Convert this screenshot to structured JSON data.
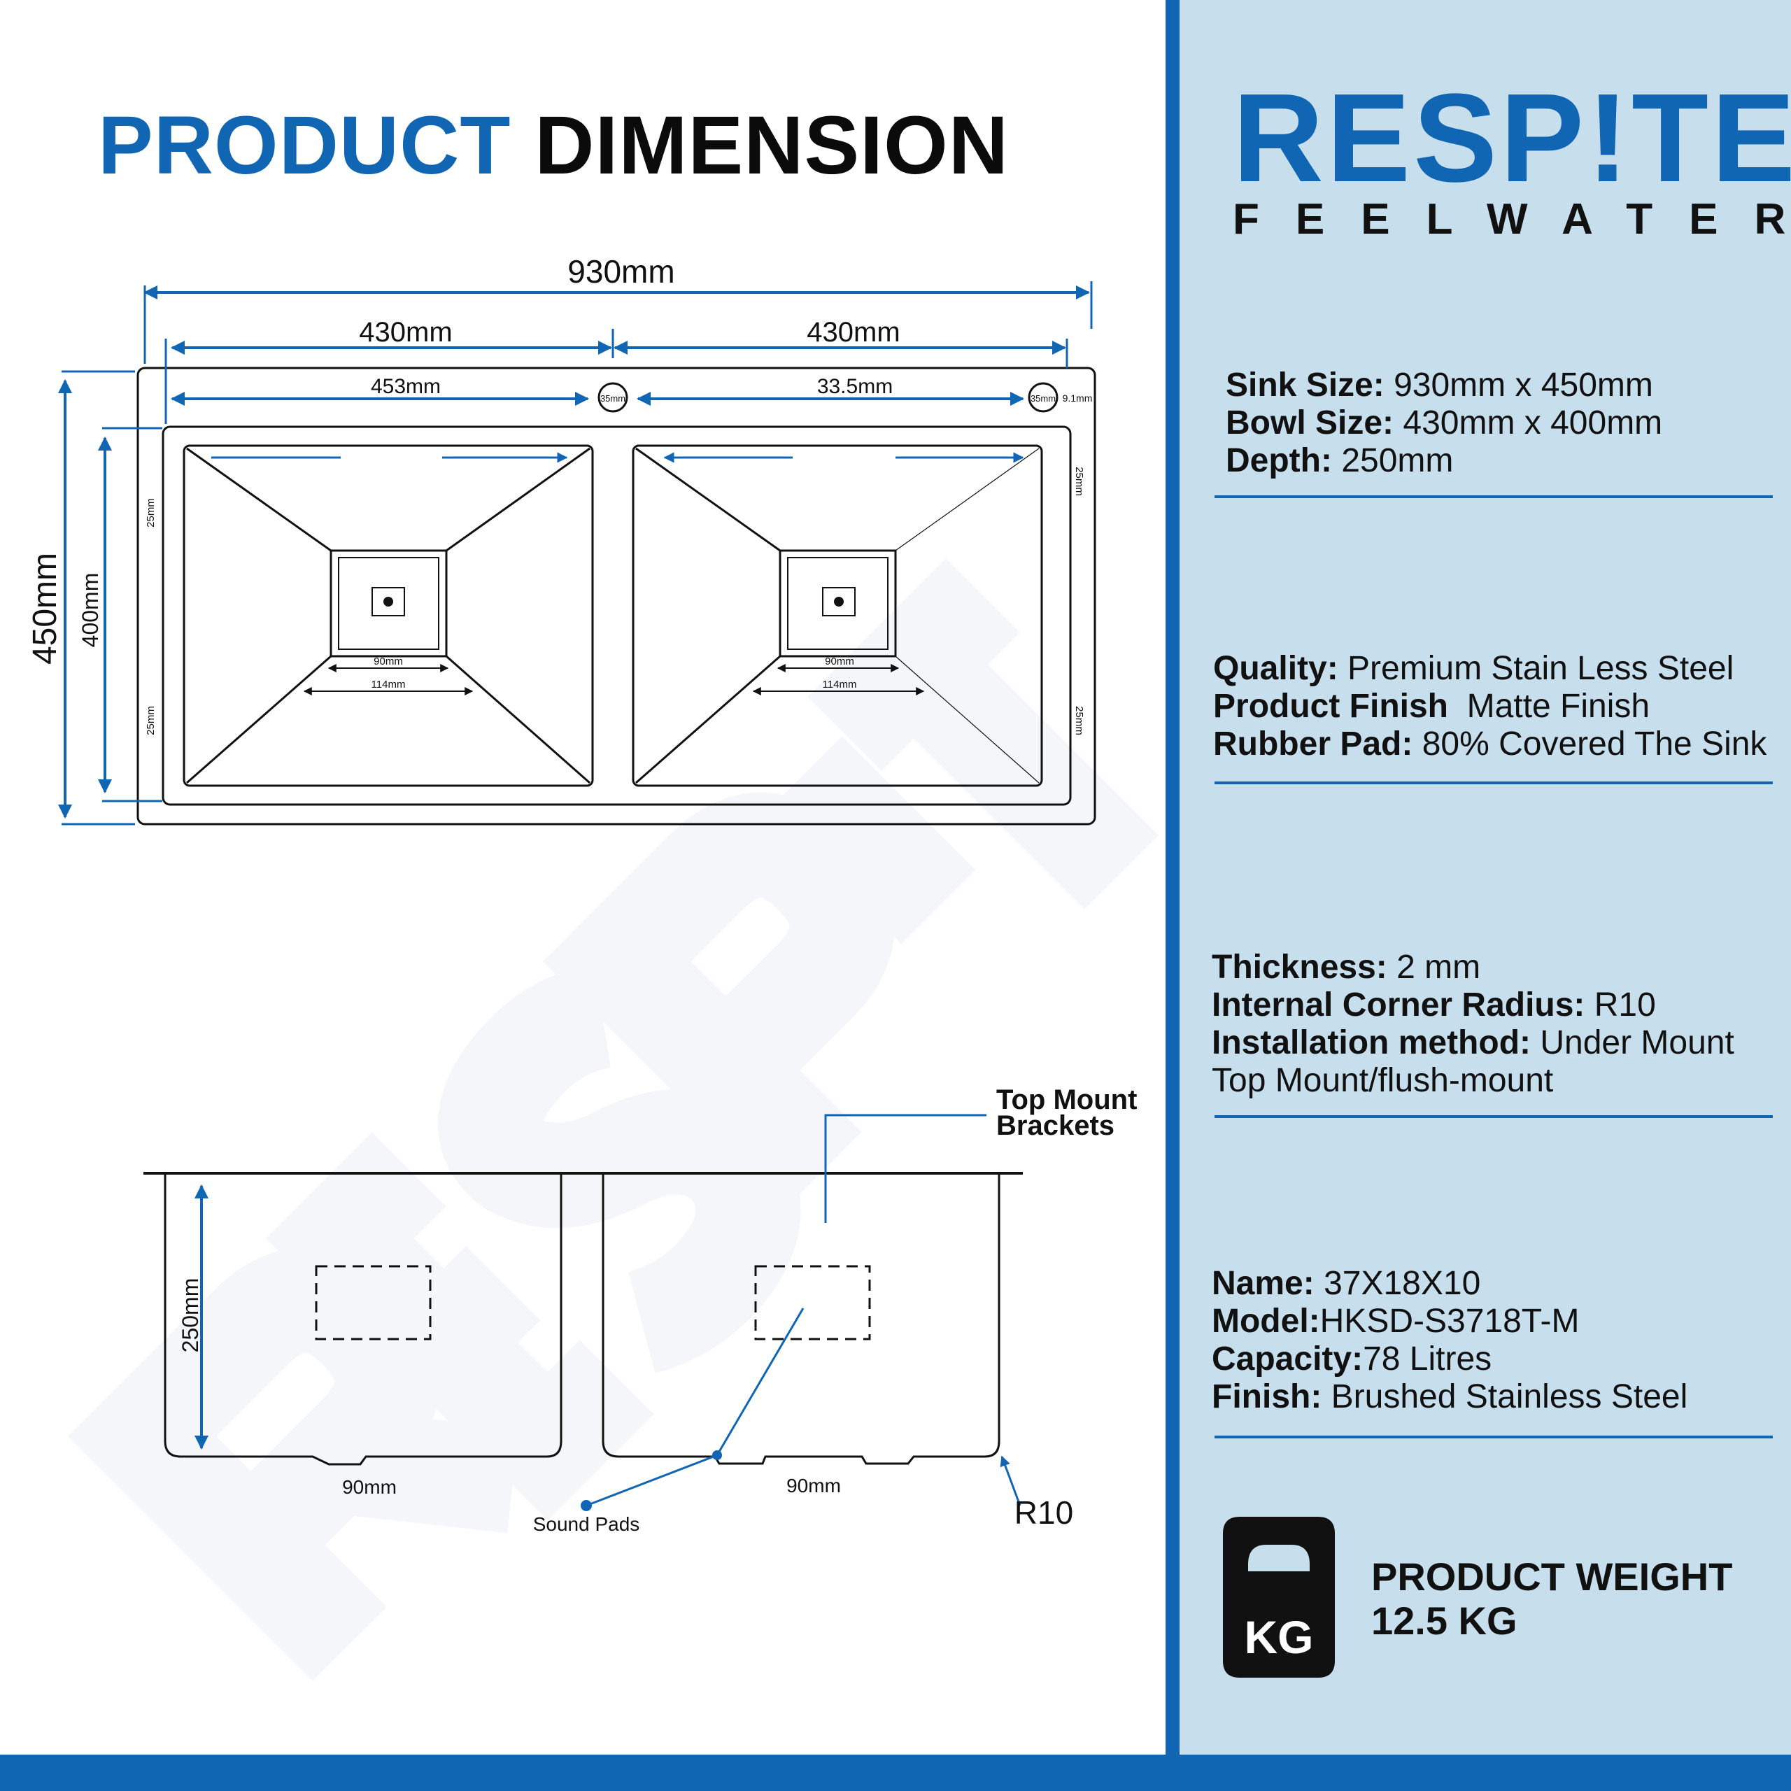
{
  "headline": {
    "part1": "PRODUCT",
    "part2": "DIMENSION"
  },
  "brand": {
    "name": "RESP!TE",
    "tagline": "FEELWATER"
  },
  "top_view": {
    "overall_width": "930mm",
    "bowl_width_left": "430mm",
    "bowl_width_right": "430mm",
    "left_to_hole": "453mm",
    "hole_to_hole": "33.5mm",
    "tap_hole_left": "35mm",
    "tap_hole_right": "35mm",
    "edge_offset": "9.1mm",
    "overall_depth": "450mm",
    "bowl_depth": "400mm",
    "left_bowl": {
      "rim_top": "25mm",
      "rim_bottom": "25mm",
      "drain_inner": "90mm",
      "drain_outer": "114mm"
    },
    "right_bowl": {
      "rim_top": "25mm",
      "rim_bottom": "25mm",
      "drain_inner": "90mm",
      "drain_outer": "114mm"
    }
  },
  "side_view": {
    "depth": "250mm",
    "left_drain_width": "90mm",
    "right_drain_width": "90mm",
    "brackets_line1": "Top Mount",
    "brackets_line2": "Brackets",
    "sound_pads": "Sound Pads",
    "corner_radius": "R10"
  },
  "specs": {
    "group1": [
      {
        "key": "Sink Size:",
        "value": "930mm x 450mm"
      },
      {
        "key": "Bowl Size:",
        "value": "430mm x 400mm"
      },
      {
        "key": "Depth:",
        "value": "250mm"
      }
    ],
    "group2": [
      {
        "key": "Quality:",
        "value": "Premium Stain Less Steel"
      },
      {
        "key": "Product Finish",
        "value": "Matte Finish"
      },
      {
        "key": "Rubber Pad:",
        "value": "80% Covered The Sink"
      }
    ],
    "group3": [
      {
        "key": "Thickness:",
        "value": "2 mm"
      },
      {
        "key": "Internal Corner Radius:",
        "value": "R10"
      },
      {
        "key": "Installation method:",
        "value": "Under Mount"
      },
      {
        "key": "",
        "value": "Top Mount/flush-mount"
      }
    ],
    "group4": [
      {
        "key": "Name:",
        "value": "37X18X10"
      },
      {
        "key": "Model:",
        "value": "HKSD-S3718T-M"
      },
      {
        "key": "Capacity:",
        "value": "78 Litres"
      },
      {
        "key": "Finish:",
        "value": "Brushed Stainless Steel"
      }
    ]
  },
  "weight": {
    "icon_label": "KG",
    "title": "PRODUCT WEIGHT",
    "value": "12.5 KG"
  },
  "colors": {
    "accent": "#1166b3",
    "panel": "#c7deed",
    "ink": "#111111"
  }
}
